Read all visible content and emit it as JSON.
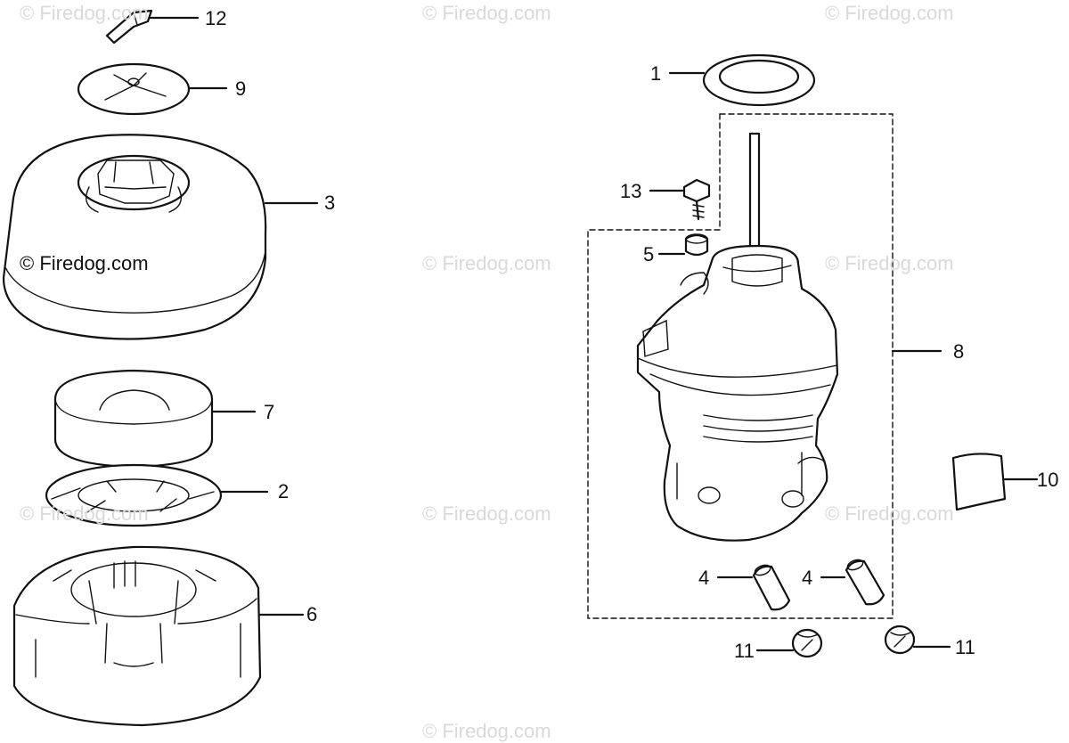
{
  "watermarks": [
    "© Firedog.com",
    "© Firedog.com",
    "© Firedog.com",
    "© Firedog.com",
    "© Firedog.com",
    "© Firedog.com",
    "© Firedog.com",
    "© Firedog.com",
    "© Firedog.com"
  ],
  "watermark_main": "© Firedog.com",
  "callouts": [
    "12",
    "9",
    "3",
    "7",
    "2",
    "6",
    "1",
    "13",
    "5",
    "8",
    "10",
    "4",
    "4",
    "11",
    "11"
  ]
}
